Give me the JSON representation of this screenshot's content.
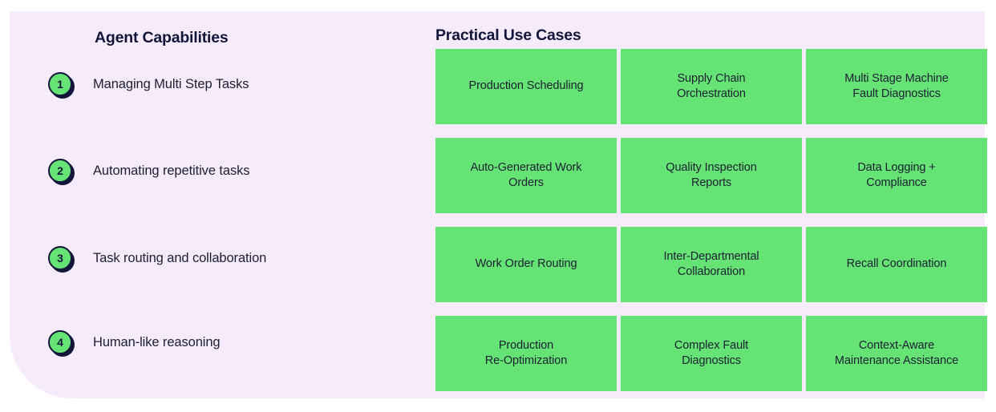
{
  "theme": {
    "panel_background": "#F6EBFB",
    "card_green": "#66E375",
    "ink": "#12163A",
    "page_background": "#FFFFFF"
  },
  "capabilities": {
    "heading": "Agent Capabilities",
    "items": [
      {
        "number": "1",
        "label": "Managing Multi Step Tasks"
      },
      {
        "number": "2",
        "label": "Automating repetitive tasks"
      },
      {
        "number": "3",
        "label": "Task routing and collaboration"
      },
      {
        "number": "4",
        "label": "Human-like reasoning"
      }
    ]
  },
  "usecases": {
    "heading": "Practical Use Cases",
    "rows": [
      {
        "cards": [
          {
            "label": "Production Scheduling"
          },
          {
            "label": "Supply Chain\nOrchestration"
          },
          {
            "label": "Multi Stage Machine\nFault Diagnostics"
          }
        ]
      },
      {
        "cards": [
          {
            "label": "Auto-Generated Work\nOrders"
          },
          {
            "label": "Quality Inspection\nReports"
          },
          {
            "label": "Data Logging +\nCompliance"
          }
        ]
      },
      {
        "cards": [
          {
            "label": "Work Order Routing"
          },
          {
            "label": "Inter-Departmental\nCollaboration"
          },
          {
            "label": "Recall Coordination"
          }
        ]
      },
      {
        "cards": [
          {
            "label": "Production\nRe-Optimization"
          },
          {
            "label": "Complex Fault\nDiagnostics"
          },
          {
            "label": "Context-Aware\nMaintenance Assistance"
          }
        ]
      }
    ]
  }
}
